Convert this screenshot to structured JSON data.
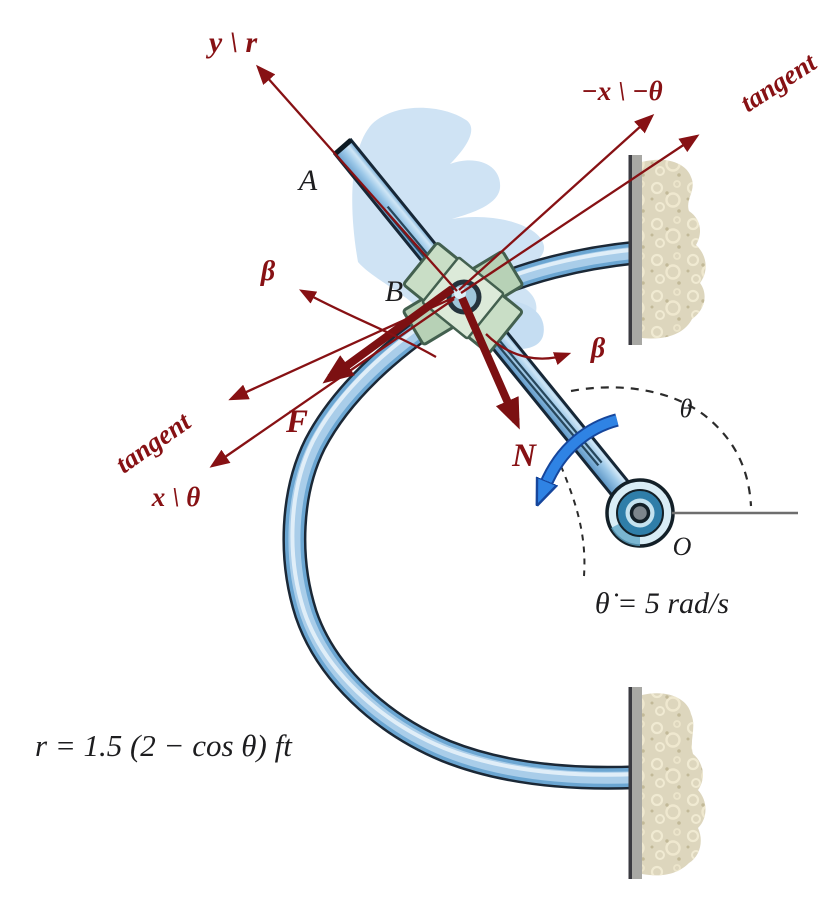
{
  "figure_type": "dynamics-mechanism-diagram",
  "labels": {
    "axis_y_r": "y \\ r",
    "axis_neg_x_neg_theta": "−x \\ −θ",
    "tangent_upper": "tangent",
    "tangent_lower": "tangent",
    "axis_x_theta": "x \\ θ",
    "angle_beta_left": "β",
    "angle_beta_right": "β",
    "point_a": "A",
    "point_b": "B",
    "point_o": "O",
    "force_friction": "F",
    "force_normal": "N",
    "angle_theta": "θ",
    "angular_velocity": "θ̇ = 5 rad/s",
    "path_equation": "r = 1.5 (2 − cos θ) ft"
  },
  "colors": {
    "annotation_red": "#871114",
    "rotation_arrow_blue": "#2f83e4",
    "rail_blue": "#a9cde9",
    "wall_tan": "#ddd6bd",
    "collar_green": "#c9dec6",
    "diagram_black": "#1d1d1f"
  }
}
